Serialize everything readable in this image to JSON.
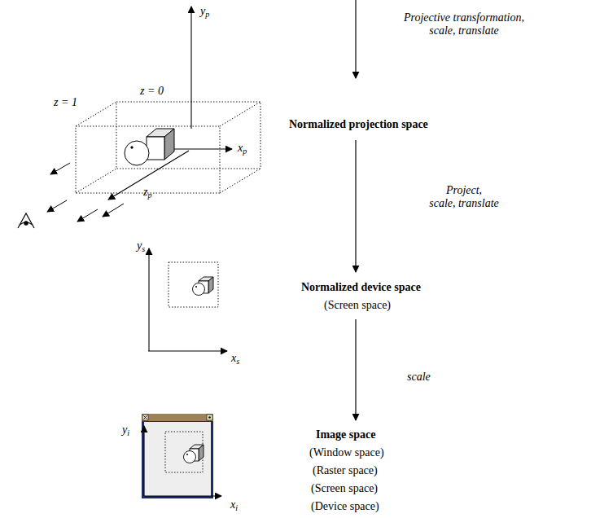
{
  "diagram": {
    "labels": [
      "Projective transformation, scale, translate",
      "Normalized projection space",
      "Project, scale, translate",
      "Normalized device space",
      "(Screen space)",
      "scale",
      "Image space",
      "(Window space)",
      "(Raster space)",
      "(Screen space)",
      "(Device space)",
      "yp",
      "xp",
      "z = 0",
      "z = 1",
      "zp",
      "ys",
      "xs",
      "yi",
      "xi"
    ]
  }
}
